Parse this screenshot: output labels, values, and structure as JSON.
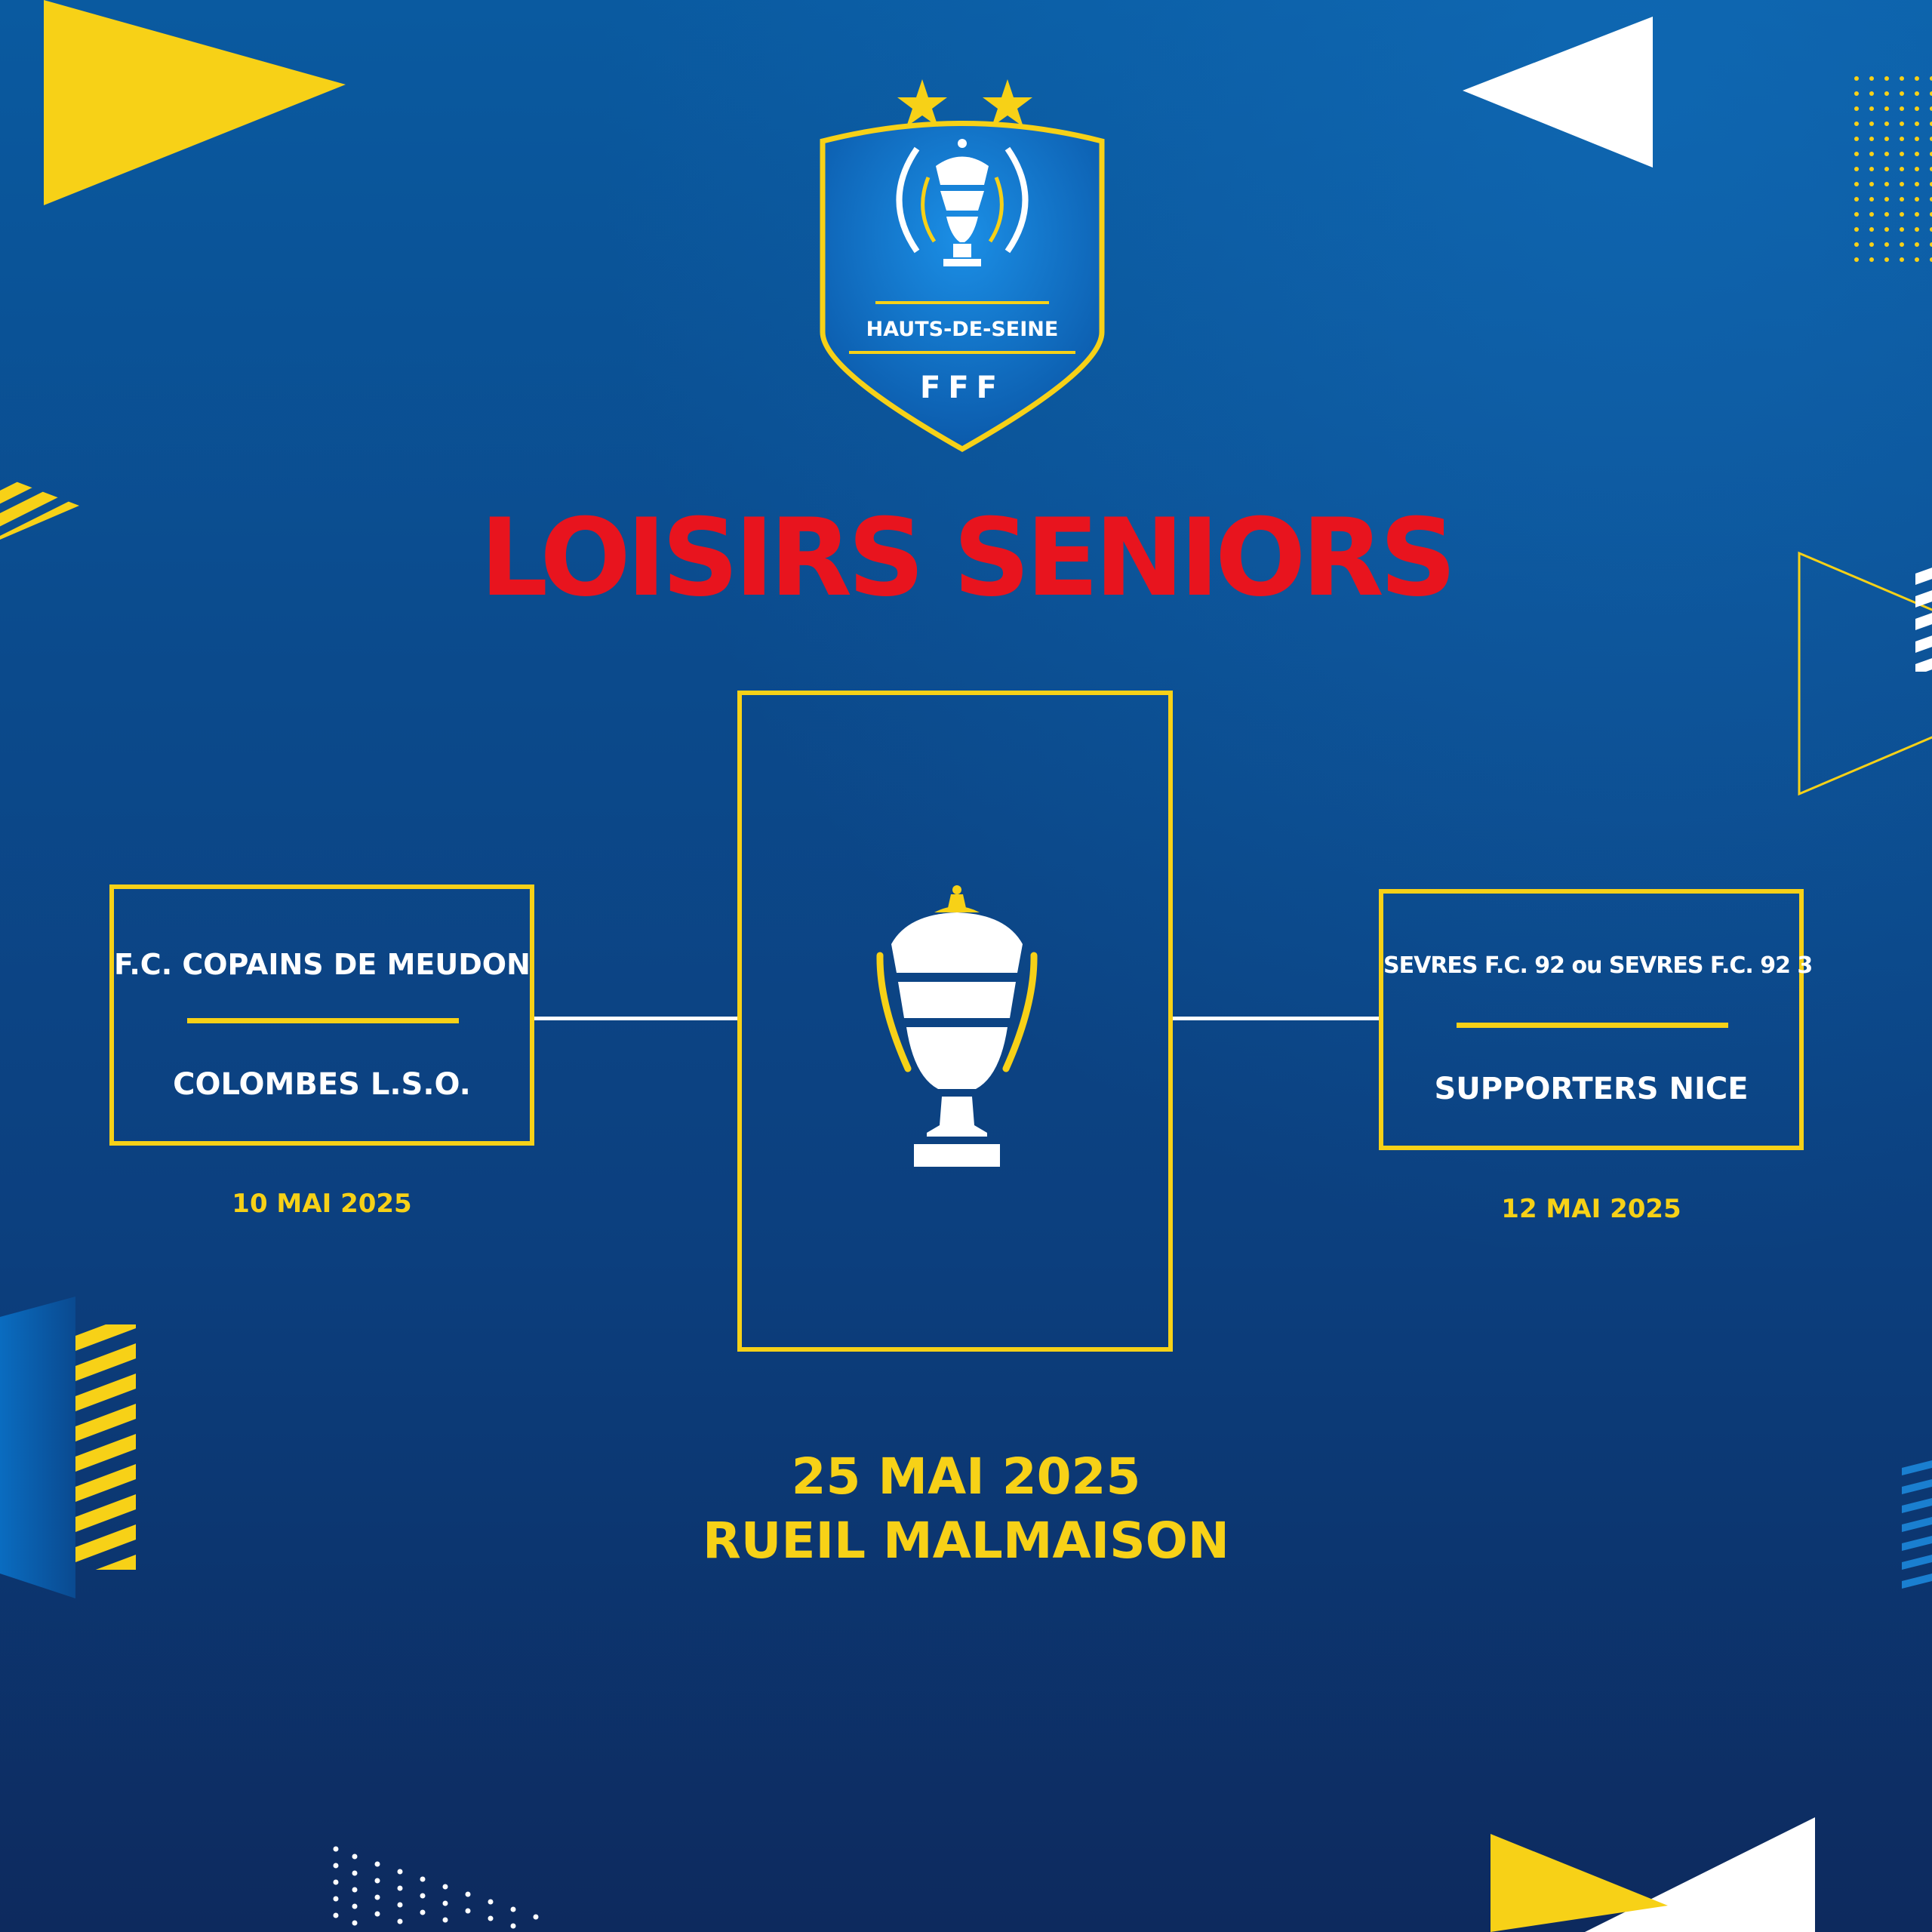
{
  "crest": {
    "region": "HAUTS-DE-SEINE",
    "federation": "FFF"
  },
  "title": "LOISIRS SENIORS",
  "semi_left": {
    "team_top": "F.C. COPAINS DE MEUDON",
    "team_bottom": "COLOMBES L.S.O.",
    "date": "10 MAI 2025"
  },
  "semi_right": {
    "team_top": "SEVRES F.C. 92 ou SEVRES F.C. 92 3",
    "team_bottom": "SUPPORTERS NICE",
    "date": "12 MAI 2025"
  },
  "final": {
    "date": "25 MAI 2025",
    "venue": "RUEIL MALMAISON"
  },
  "colors": {
    "accent_yellow": "#f7d117",
    "title_red": "#e8141e",
    "background_blue": "#0b4a8c"
  },
  "icons": [
    "trophy-icon",
    "star-icon"
  ]
}
